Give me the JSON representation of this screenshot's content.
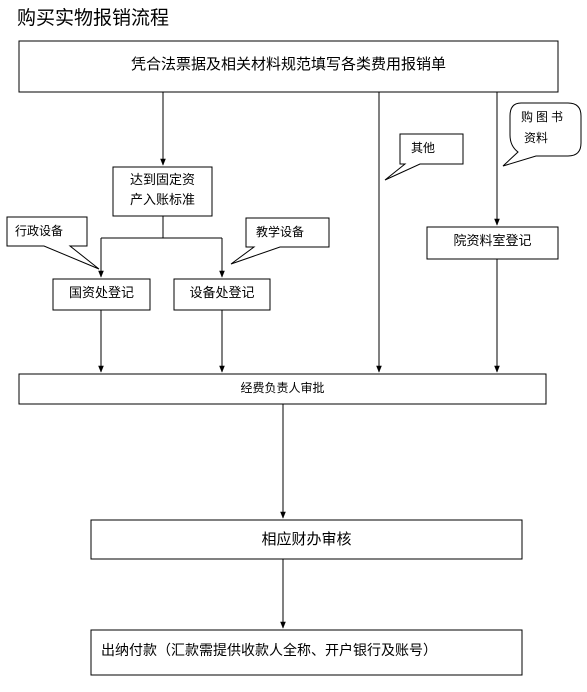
{
  "title": "购买实物报销流程",
  "nodes": {
    "fill_form": "凭合法票据及相关材料规范填写各类费用报销单",
    "fixed_asset_line1": "达到固定资",
    "fixed_asset_line2": "产入账标准",
    "state_asset_office": "国资处登记",
    "equipment_office": "设备处登记",
    "library_register": "院资料室登记",
    "budget_approval": "经费负责人审批",
    "finance_review": "相应财办审核",
    "cashier_payment": "出纳付款（汇款需提供收款人全称、开户银行及账号）"
  },
  "callouts": {
    "admin_equipment": "行政设备",
    "teaching_equipment": "教学设备",
    "other": "其他",
    "books_line1": "购图书",
    "books_line2": "资料"
  },
  "colors": {
    "stroke": "#000000",
    "fill": "#ffffff",
    "text": "#000000"
  }
}
